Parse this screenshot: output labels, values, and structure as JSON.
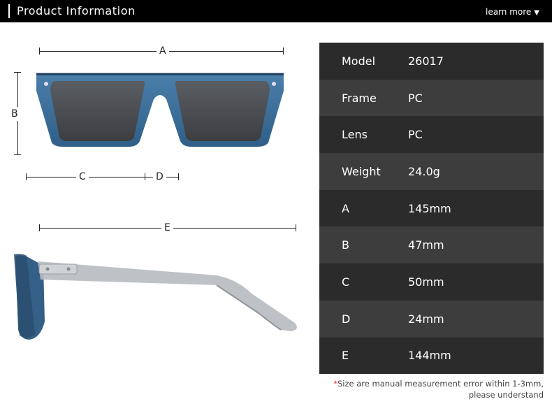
{
  "header": {
    "title": "Product Information",
    "learn_more": "learn more"
  },
  "dimensions": {
    "a": "A",
    "b": "B",
    "c": "C",
    "d": "D",
    "e": "E"
  },
  "specs": [
    {
      "key": "Model",
      "value": "26017"
    },
    {
      "key": "Frame",
      "value": "PC"
    },
    {
      "key": "Lens",
      "value": "PC"
    },
    {
      "key": "Weight",
      "value": "24.0g"
    },
    {
      "key": "A",
      "value": "145mm"
    },
    {
      "key": "B",
      "value": "47mm"
    },
    {
      "key": "C",
      "value": "50mm"
    },
    {
      "key": "D",
      "value": "24mm"
    },
    {
      "key": "E",
      "value": "144mm"
    }
  ],
  "note": {
    "line1": "*Size are manual measurement error within 1-3mm,",
    "line2": "please understand"
  },
  "colors": {
    "frame": "#3c6f99",
    "lens": "#4a4d52",
    "temple": "#b8bcc0",
    "table_dark": "#2b2b2b",
    "table_light": "#3d3d3d"
  }
}
